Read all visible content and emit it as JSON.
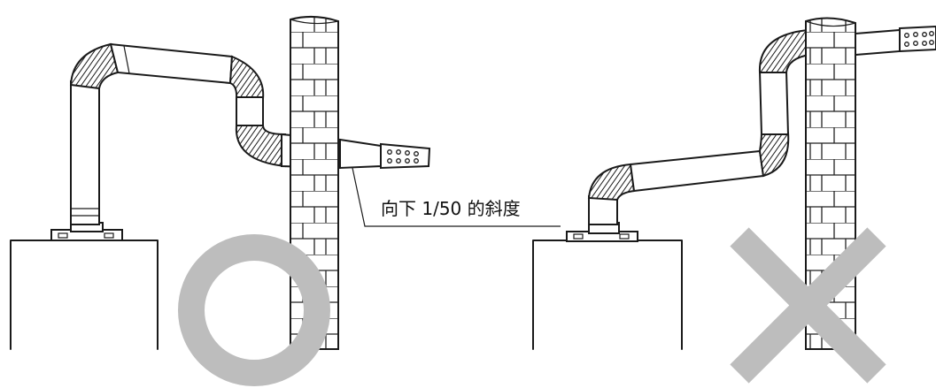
{
  "annotation": {
    "slope_text": "向下 1/50 的斜度"
  },
  "marks": {
    "correct": "circle-mark",
    "incorrect": "cross-mark"
  },
  "colors": {
    "mark": "#bdbdbd",
    "line": "#1a1a1a",
    "background": "#ffffff"
  }
}
